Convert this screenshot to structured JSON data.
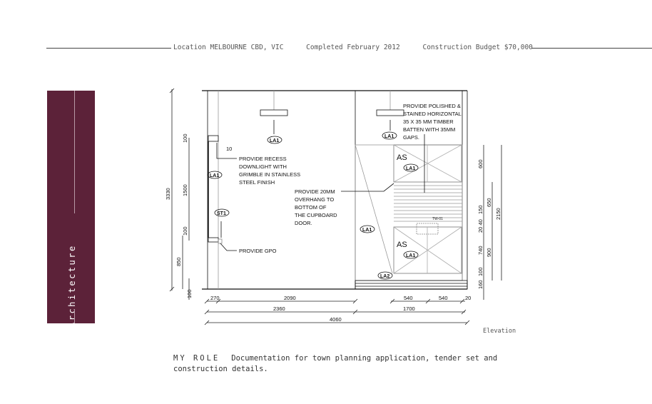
{
  "header": {
    "location": "Location MELBOURNE CBD, VIC",
    "completed": "Completed February 2012",
    "budget": "Construction Budget $70,000"
  },
  "sidebar": {
    "label": "Architecture",
    "color": "#5c2239"
  },
  "drawing": {
    "notes": {
      "recess": [
        "PROVIDE RECESS",
        "DOWNLIGHT WITH",
        "GRIMBLE IN STAINLESS",
        "STEEL FINISH"
      ],
      "gpo": "PROVIDE GPO",
      "overhang": [
        "PROVIDE 20MM",
        "OVERHANG TO",
        "BOTTOM OF",
        "THE CUPBOARD",
        "DOOR."
      ],
      "batten": [
        "PROVIDE POLISHED &",
        "STAINED HORIZONTAL",
        "35 X 35 MM TIMBER",
        "BATTEN WITH 35MM",
        "GAPS."
      ]
    },
    "tags": {
      "la1": "LA1",
      "la2": "LA2",
      "st1": "ST1",
      "as": "AS",
      "tw": "TW-01"
    },
    "dims": {
      "d3330": "3330",
      "d100a": "100",
      "d1500": "1500",
      "d100b": "100",
      "d850": "850",
      "d100c": "100",
      "d10": "10",
      "d270": "270",
      "d2090": "2090",
      "d540a": "540",
      "d540b": "540",
      "d20": "20",
      "d2360": "2360",
      "d1700": "1700",
      "d4060": "4060",
      "d600": "600",
      "d150": "150",
      "d2040": "20 40",
      "d740": "740",
      "d100d": "100",
      "d160": "160",
      "d650": "650",
      "d900": "900",
      "d2150": "2150"
    }
  },
  "caption": "Elevation",
  "role": {
    "key": "MY ROLE",
    "text": "Documentation for town planning application, tender set and construction details."
  }
}
